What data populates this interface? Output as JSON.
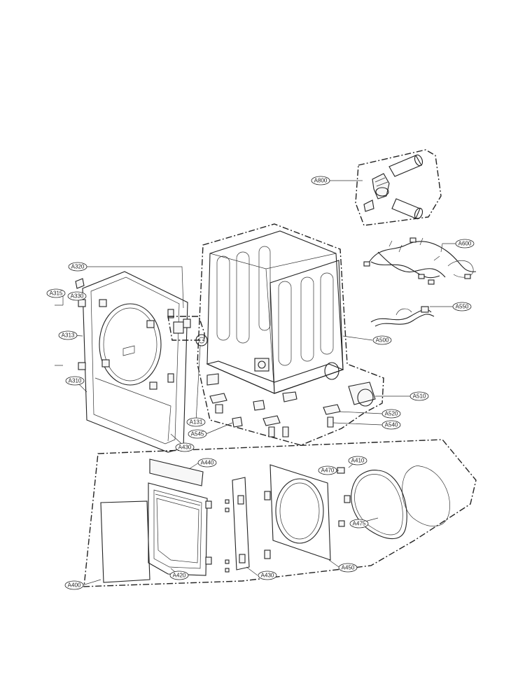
{
  "labels": {
    "a800": "A800",
    "a600": "A600",
    "a550": "A550",
    "a500": "A500",
    "a510": "A510",
    "a520": "A520",
    "a540": "A540",
    "a545": "A545",
    "a131": "A131",
    "a320": "A320",
    "a330": "A330",
    "a315": "A315",
    "a313": "A313",
    "a310": "A310",
    "a430_upper": "A430",
    "a440": "A440",
    "a470": "A470",
    "a410": "A410",
    "a475": "A475",
    "a420": "A420",
    "a430_lower": "A430",
    "a450": "A450",
    "a400": "A400"
  }
}
